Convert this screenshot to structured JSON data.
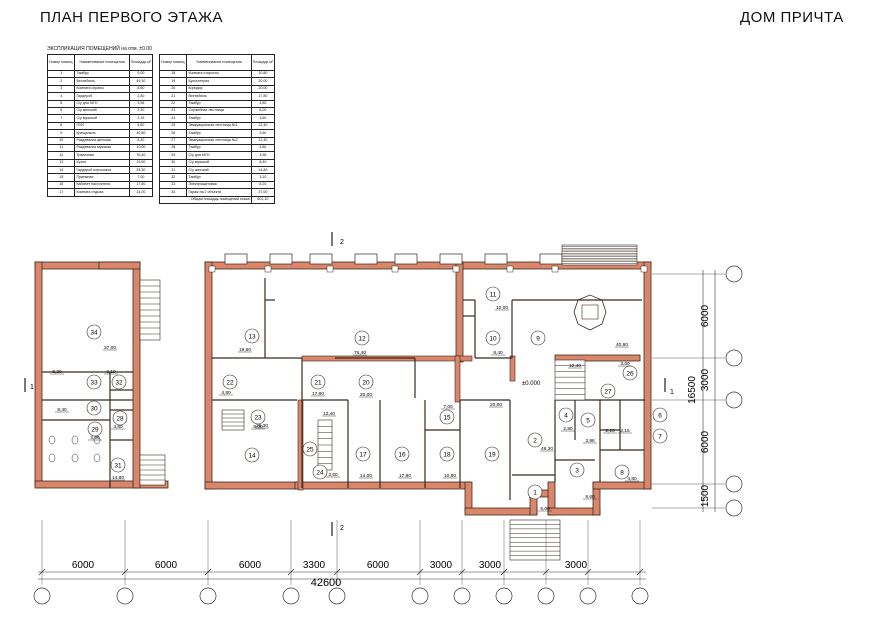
{
  "page": {
    "title_left": "ПЛАН ПЕРВОГО ЭТАЖА",
    "title_right": "ДОМ ПРИЧТА"
  },
  "explication": {
    "caption": "ЭКСПЛИКАЦИЯ ПОМЕЩЕНИЙ на отм. ±0.00",
    "headers": {
      "num": "Номер помещ.",
      "name": "Наименование помещения",
      "area": "Площадь м²"
    },
    "left": [
      {
        "n": "1",
        "name": "Тамбур",
        "area": "5,00"
      },
      {
        "n": "2",
        "name": "Вестибюль",
        "area": "49,30"
      },
      {
        "n": "3",
        "name": "Комната охраны",
        "area": "8,60"
      },
      {
        "n": "4",
        "name": "Гардероб",
        "area": "2,80"
      },
      {
        "n": "5",
        "name": "С/у для МГН",
        "area": "3,96"
      },
      {
        "n": "6",
        "name": "С/у женский",
        "area": "2,10"
      },
      {
        "n": "7",
        "name": "С/у мужской",
        "area": "2,15"
      },
      {
        "n": "8",
        "name": "ПУИ",
        "area": "4,80"
      },
      {
        "n": "9",
        "name": "Крещальня",
        "area": "40,80"
      },
      {
        "n": "10",
        "name": "Раздевалка женская",
        "area": "8,40"
      },
      {
        "n": "11",
        "name": "Раздевалка мужская",
        "area": "10,00"
      },
      {
        "n": "12",
        "name": "Трапезная",
        "area": "76,40"
      },
      {
        "n": "13",
        "name": "Кухня",
        "area": "19,60"
      },
      {
        "n": "14",
        "name": "Гардероб персонала",
        "area": "25,30"
      },
      {
        "n": "15",
        "name": "Приемная",
        "area": "7,00"
      },
      {
        "n": "16",
        "name": "Кабинет настоятеля",
        "area": "17,80"
      },
      {
        "n": "17",
        "name": "Комната отдыха",
        "area": "14,00"
      }
    ],
    "right": [
      {
        "n": "18",
        "name": "Комната старосты",
        "area": "10,80"
      },
      {
        "n": "19",
        "name": "Бухгалтерия",
        "area": "20,00"
      },
      {
        "n": "20",
        "name": "Коридор",
        "area": "20,00"
      },
      {
        "n": "21",
        "name": "Вестибюль",
        "area": "17,80"
      },
      {
        "n": "22",
        "name": "Тамбур",
        "area": "4,80"
      },
      {
        "n": "23",
        "name": "Служебная лестница",
        "area": "8,00"
      },
      {
        "n": "24",
        "name": "Тамбур",
        "area": "3,60"
      },
      {
        "n": "25",
        "name": "Эвакуационная лестница №1",
        "area": "12,40"
      },
      {
        "n": "26",
        "name": "Тамбур",
        "area": "3,60"
      },
      {
        "n": "27",
        "name": "Эвакуационная лестница №2",
        "area": "12,40"
      },
      {
        "n": "28",
        "name": "Тамбур",
        "area": "4,80"
      },
      {
        "n": "29",
        "name": "С/у для МГН",
        "area": "3,96"
      },
      {
        "n": "30",
        "name": "С/у мужской",
        "area": "8,40"
      },
      {
        "n": "31",
        "name": "С/у женский",
        "area": "14,80"
      },
      {
        "n": "32",
        "name": "Тамбур",
        "area": "3,10"
      },
      {
        "n": "33",
        "name": "Электрощитовая",
        "area": "8,20"
      },
      {
        "n": "34",
        "name": "Гараж на 2 объекта",
        "area": "37,00"
      }
    ],
    "total": {
      "name": "Общая площадь помещений этажа",
      "area": "601,10"
    }
  },
  "plan": {
    "level_mark": "±0.000",
    "section_a": "2",
    "section_b": "1",
    "room_labels": [
      {
        "n": "1",
        "area": "5,00"
      },
      {
        "n": "2",
        "area": "49,30"
      },
      {
        "n": "3",
        "area": "8,60"
      },
      {
        "n": "4",
        "area": "2,80"
      },
      {
        "n": "5",
        "area": "3,96"
      },
      {
        "n": "6",
        "area": "2,10"
      },
      {
        "n": "7",
        "area": "2,15"
      },
      {
        "n": "8",
        "area": "4,80"
      },
      {
        "n": "9",
        "area": "40,80"
      },
      {
        "n": "10",
        "area": "8,40"
      },
      {
        "n": "11",
        "area": "10,00"
      },
      {
        "n": "12",
        "area": "76,40"
      },
      {
        "n": "13",
        "area": "19,60"
      },
      {
        "n": "14",
        "area": "25,30"
      },
      {
        "n": "15",
        "area": "7,00"
      },
      {
        "n": "16",
        "area": "17,80"
      },
      {
        "n": "17",
        "area": "14,00"
      },
      {
        "n": "18",
        "area": "10,80"
      },
      {
        "n": "19",
        "area": "20,00"
      },
      {
        "n": "20",
        "area": "20,00"
      },
      {
        "n": "21",
        "area": "17,80"
      },
      {
        "n": "22",
        "area": "4,80"
      },
      {
        "n": "23",
        "area": "8,00"
      },
      {
        "n": "24",
        "area": "3,60"
      },
      {
        "n": "25",
        "area": "12,40"
      },
      {
        "n": "26",
        "area": "3,60"
      },
      {
        "n": "27",
        "area": "12,40"
      },
      {
        "n": "28",
        "area": "4,80"
      },
      {
        "n": "29",
        "area": "3,96"
      },
      {
        "n": "30",
        "area": "8,40"
      },
      {
        "n": "31",
        "area": "14,80"
      },
      {
        "n": "32",
        "area": "3,10"
      },
      {
        "n": "33",
        "area": "8,20"
      },
      {
        "n": "34",
        "area": "37,00"
      }
    ],
    "dims_bottom": [
      "6000",
      "6000",
      "6000",
      "3300",
      "6000",
      "3000",
      "3000",
      "3000"
    ],
    "dim_total": "42600",
    "dims_right": [
      "6000",
      "3000",
      "6000",
      "1500"
    ],
    "dim_right_total": "16500"
  }
}
